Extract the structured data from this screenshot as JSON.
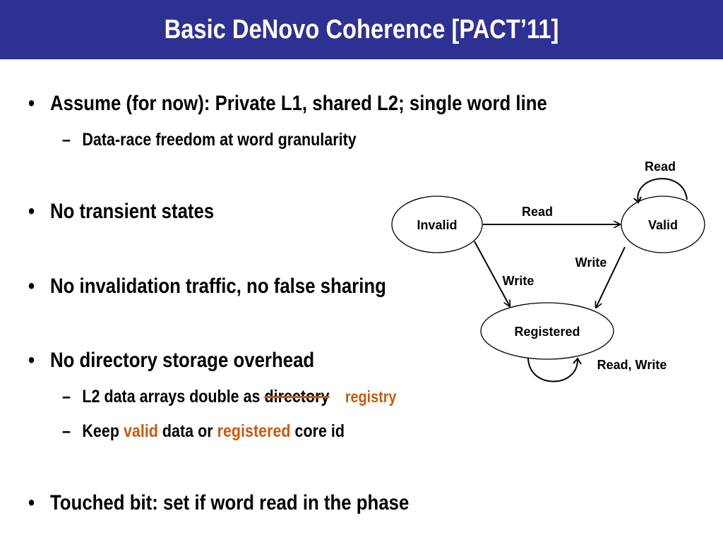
{
  "slide": {
    "title": "Basic DeNovo Coherence [PACT’11]",
    "bullet_glyph": "•",
    "dash_glyph": "–",
    "bullets": {
      "b1": {
        "text": "Assume (for now): Private L1, shared L2; single word line"
      },
      "b1_sub1": {
        "text": "Data-race freedom at word granularity"
      },
      "b2": {
        "text": "No transient states"
      },
      "b3": {
        "text": "No invalidation traffic, no false sharing"
      },
      "b4": {
        "text": "No directory storage overhead"
      },
      "b4_sub1": {
        "prefix": "L2 data arrays double as ",
        "struck": "directory",
        "replacement": "registry"
      },
      "b4_sub2": {
        "prefix": "Keep ",
        "hl1": "valid",
        "mid": " data or ",
        "hl2": "registered",
        "suffix": " core id"
      },
      "b5": {
        "text": "Touched bit: set if word read in the phase"
      }
    },
    "colors": {
      "title_bar": "#2e3192",
      "title_text": "#ffffff",
      "highlight": "#c55a11"
    }
  },
  "diagram": {
    "states": {
      "invalid": "Invalid",
      "valid": "Valid",
      "registered": "Registered"
    },
    "transitions": {
      "invalid_to_valid": "Read",
      "valid_self": "Read",
      "valid_to_registered": "Write",
      "invalid_to_registered": "Write",
      "registered_self": "Read, Write"
    }
  }
}
